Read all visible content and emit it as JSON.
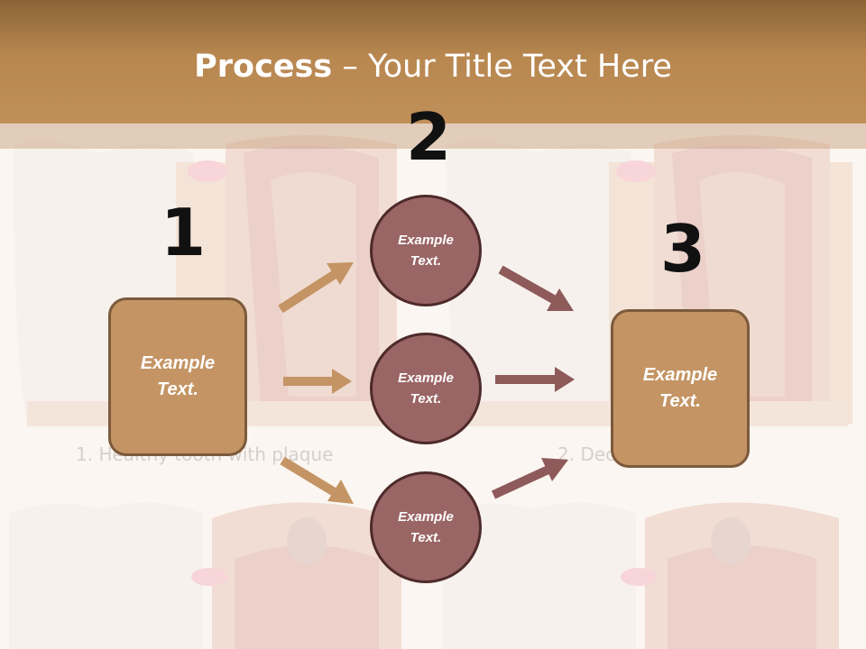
{
  "title": {
    "bold": "Process",
    "rest": " – Your Title Text Here"
  },
  "background_captions": [
    "1. Healthy tooth with plaque",
    "2. Dec"
  ],
  "steps": [
    {
      "number": "1",
      "text": "Example Text."
    },
    {
      "number": "2",
      "circles": [
        {
          "text": "Example Text."
        },
        {
          "text": "Example Text."
        },
        {
          "text": "Example Text."
        }
      ]
    },
    {
      "number": "3",
      "text": "Example Text."
    }
  ],
  "colors": {
    "header": "#b88750",
    "box_fill": "#c49464",
    "box_border": "#7c5a3c",
    "circle_fill": "#9a6565",
    "circle_border": "#4e2a2a",
    "arrow_left": "#c49464",
    "arrow_right": "#8e5a5a"
  }
}
